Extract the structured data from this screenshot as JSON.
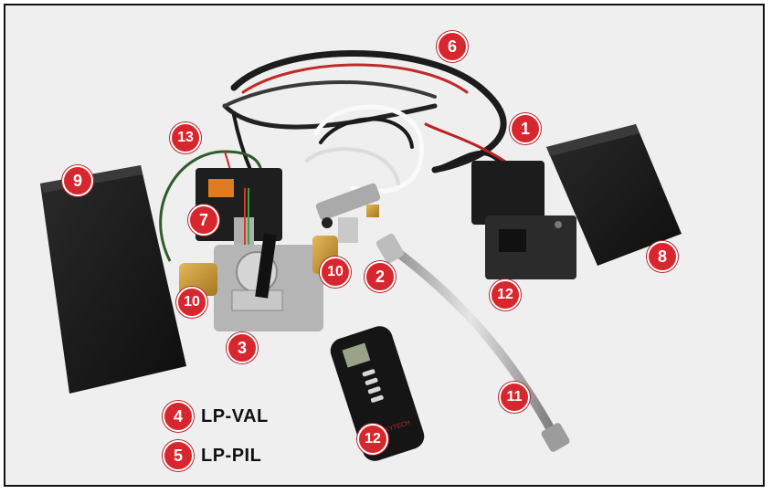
{
  "callouts": {
    "c1": "1",
    "c2": "2",
    "c3": "3",
    "c6": "6",
    "c7": "7",
    "c8": "8",
    "c9": "9",
    "c10a": "10",
    "c10b": "10",
    "c11": "11",
    "c12a": "12",
    "c12b": "12",
    "c13": "13"
  },
  "legend": [
    {
      "number": "4",
      "text": "LP-VAL"
    },
    {
      "number": "5",
      "text": "LP-PIL"
    }
  ],
  "remote": {
    "brand": "SKYTECH"
  },
  "colors": {
    "callout": "#d8262e",
    "background": "#efefef"
  }
}
